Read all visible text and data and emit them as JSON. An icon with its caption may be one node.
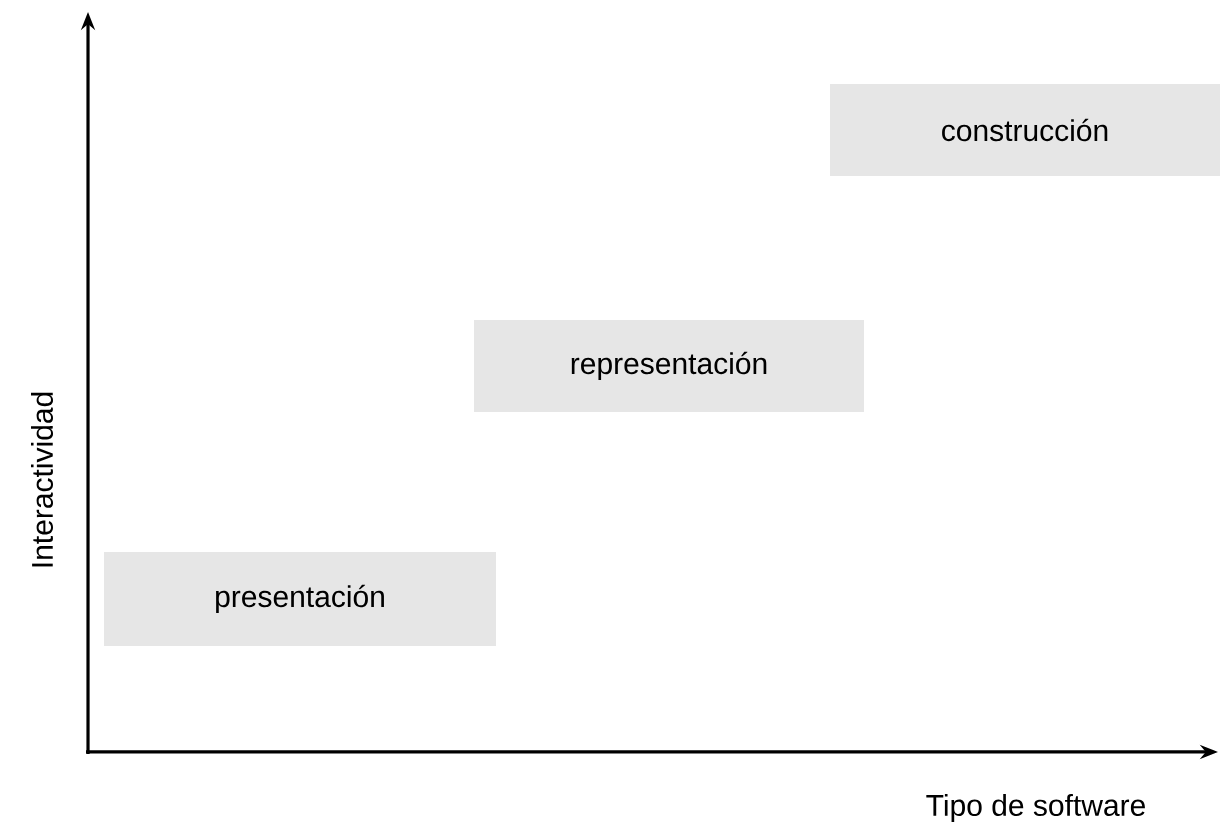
{
  "diagram": {
    "nodes": [
      {
        "text": [
          "presentación"
        ]
      },
      {
        "text": [
          "representación"
        ]
      },
      {
        "text": [
          "construcción"
        ]
      }
    ],
    "labels": [
      "Interactividad",
      "Tipo de software"
    ]
  }
}
